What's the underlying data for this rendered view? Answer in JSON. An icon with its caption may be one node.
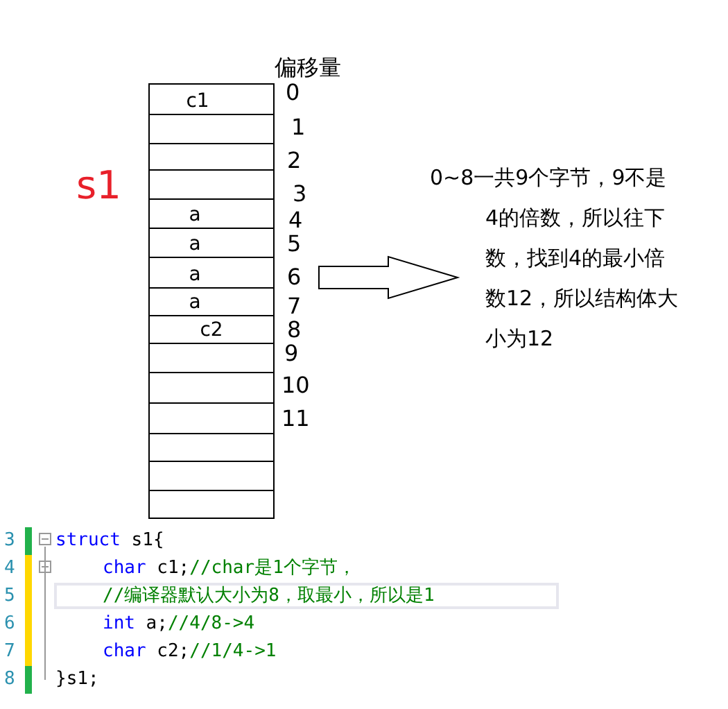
{
  "diagram": {
    "nodes": [
      {
        "text": [
          "c1"
        ]
      },
      {
        "text": [],
        "shape": "box"
      },
      {
        "text": [],
        "shape": "box"
      },
      {
        "text": [],
        "shape": "box"
      },
      {
        "text": [
          "a"
        ]
      },
      {
        "text": [
          "a"
        ]
      },
      {
        "text": [
          "a"
        ]
      },
      {
        "text": [
          "a"
        ]
      },
      {
        "text": [
          "c2"
        ]
      },
      {
        "text": [],
        "shape": "box"
      },
      {
        "text": [],
        "shape": "box"
      },
      {
        "text": [],
        "shape": "box"
      },
      {
        "text": [],
        "shape": "box"
      },
      {
        "text": [],
        "shape": "box"
      },
      {
        "text": [],
        "shape": "box"
      },
      {
        "text": [
          "0~8一共9个字节，9不是 4的倍数，所以往下数，找到4的最小倍数12，所以结构体大小为12"
        ]
      }
    ],
    "edges": [
      {
        "from": null,
        "to": 15,
        "arrow": "to"
      }
    ],
    "labels": [
      "偏移量",
      "s1",
      "0",
      "1",
      "2",
      "3",
      "4",
      "5",
      "6",
      "7",
      "8",
      "9",
      "10",
      "11",
      "3",
      "struct s1{",
      "4",
      "char c1;//char是1个字节，",
      "5",
      "//编译器默认大小为8，取最小，所以是1",
      "6",
      "int a;//4/8->4",
      "7",
      "char c2;//1/4->1",
      "8",
      "}s1;"
    ]
  }
}
